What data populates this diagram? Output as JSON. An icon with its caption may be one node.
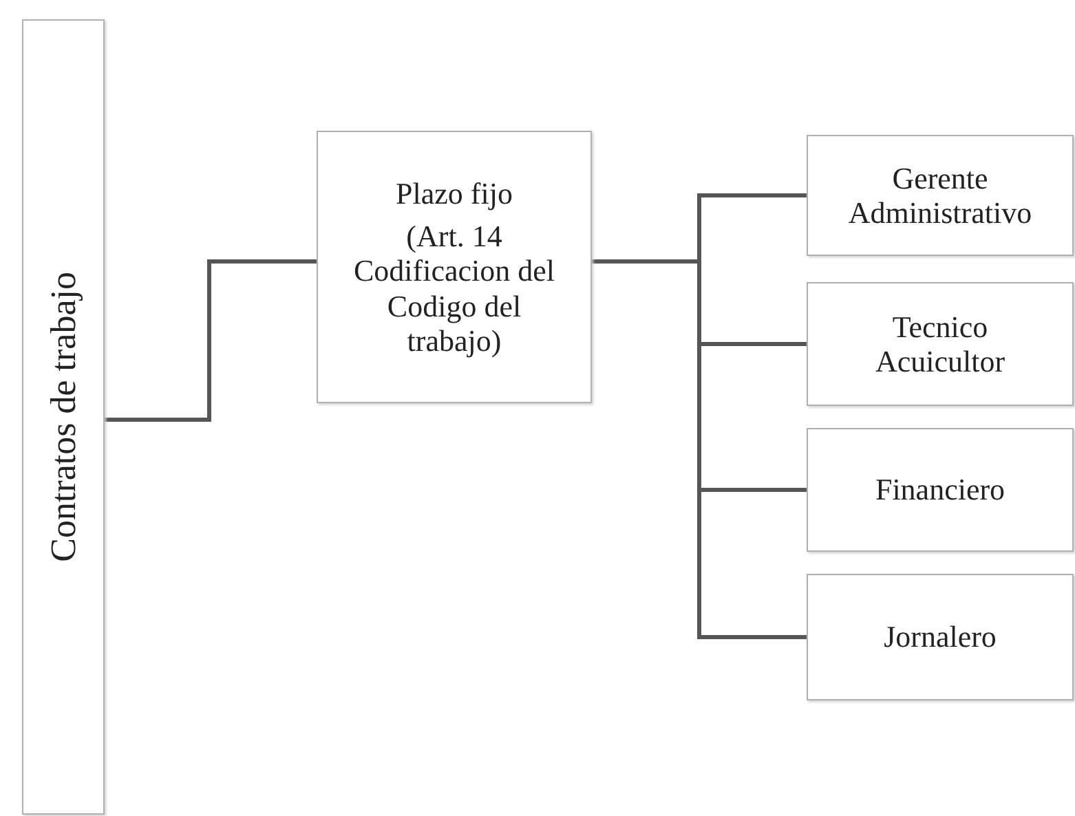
{
  "diagram": {
    "nodes": [
      {
        "text": [
          "Contratos de trabajo"
        ]
      },
      {
        "text": [
          "Plazo fijo",
          "(Art. 14 Codificacion del Codigo del trabajo)"
        ]
      },
      {
        "text": [
          "Gerente Administrativo"
        ]
      },
      {
        "text": [
          "Tecnico Acuicultor"
        ]
      },
      {
        "text": [
          "Financiero"
        ]
      },
      {
        "text": [
          "Jornalero"
        ]
      }
    ],
    "edges": [
      {
        "from": 0,
        "to": 1,
        "arrow": "none"
      },
      {
        "from": 1,
        "to": 2,
        "arrow": "none"
      },
      {
        "from": 1,
        "to": 3,
        "arrow": "none"
      },
      {
        "from": 1,
        "to": 4,
        "arrow": "none"
      },
      {
        "from": 1,
        "to": 5,
        "arrow": "none"
      }
    ]
  }
}
